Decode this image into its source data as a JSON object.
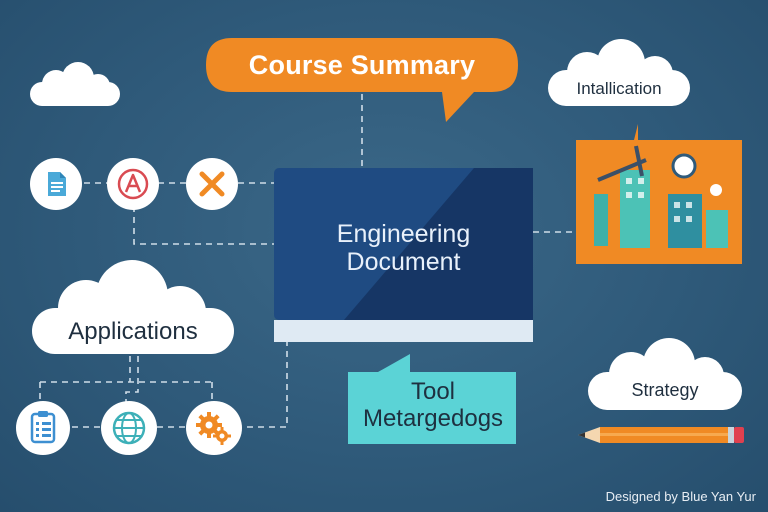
{
  "title": "Course Summary",
  "center": {
    "line1": "Engineering",
    "line2": "Document"
  },
  "clouds": {
    "top_right": "Intallication",
    "left": "Applications",
    "bottom_right": "Strategy"
  },
  "tool_box": {
    "line1": "Tool",
    "line2": "Metargedogs"
  },
  "credit": "Designed by Blue Yan Yur",
  "icons": {
    "top_row": [
      "document-icon",
      "a-circle-icon",
      "x-icon"
    ],
    "bottom_row": [
      "clipboard-list-icon",
      "globe-icon",
      "gears-icon"
    ],
    "illustration": "city-construction-illustration",
    "pencil": "pencil-icon"
  },
  "colors": {
    "background": "#2f5a7a",
    "accent_orange": "#f08a24",
    "navy": "#183a66",
    "cyan": "#5bd3d6",
    "white": "#ffffff"
  }
}
